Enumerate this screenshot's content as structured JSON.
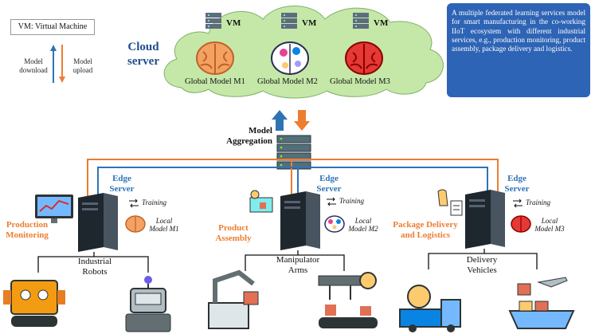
{
  "legend": {
    "vm": "VM: Virtual Machine",
    "download": "Model download",
    "upload": "Model upload"
  },
  "cloud": {
    "title_line1": "Cloud",
    "title_line2": "server",
    "vm_label": "VM",
    "models": [
      "Global Model M1",
      "Global Model M2",
      "Global Model M3"
    ]
  },
  "note": "A multiple federated learning services model for smart manufacturing in the co-working IIoT ecosystem with different industrial services, e.g., production monitoring, product assembly, package delivery and logistics.",
  "aggregation": {
    "line1": "Model",
    "line2": "Aggregation"
  },
  "edges": [
    {
      "edge_line1": "Edge",
      "edge_line2": "Server",
      "domain_line1": "Production",
      "domain_line2": "Monitoring",
      "training": "Training",
      "local_line1": "Local",
      "local_line2": "Model M1",
      "device_line1": "Industrial",
      "device_line2": "Robots"
    },
    {
      "edge_line1": "Edge",
      "edge_line2": "Server",
      "domain_line1": "Product",
      "domain_line2": "Assembly",
      "training": "Training",
      "local_line1": "Local",
      "local_line2": "Model M2",
      "device_line1": "Manipulator",
      "device_line2": "Arms"
    },
    {
      "edge_line1": "Edge",
      "edge_line2": "Server",
      "domain_line1": "Package Delivery",
      "domain_line2": "and Logistics",
      "training": "Training",
      "local_line1": "Local",
      "local_line2": "Model M3",
      "device_line1": "Delivery",
      "device_line2": "Vehicles"
    }
  ],
  "colors": {
    "download": "#2e74b5",
    "upload": "#ed7d31",
    "cloud_fill": "#c5e8a8",
    "note_fill": "#2e64b5",
    "brain_m1": "#f4a261",
    "brain_m3": "#e53935"
  }
}
